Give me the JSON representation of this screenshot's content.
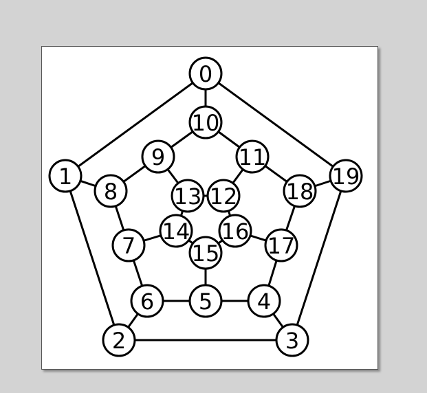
{
  "graph": {
    "nodes": [
      {
        "id": 0,
        "label": "0"
      },
      {
        "id": 1,
        "label": "1"
      },
      {
        "id": 2,
        "label": "2"
      },
      {
        "id": 3,
        "label": "3"
      },
      {
        "id": 4,
        "label": "4"
      },
      {
        "id": 5,
        "label": "5"
      },
      {
        "id": 6,
        "label": "6"
      },
      {
        "id": 7,
        "label": "7"
      },
      {
        "id": 8,
        "label": "8"
      },
      {
        "id": 9,
        "label": "9"
      },
      {
        "id": 10,
        "label": "10"
      },
      {
        "id": 11,
        "label": "11"
      },
      {
        "id": 12,
        "label": "12"
      },
      {
        "id": 13,
        "label": "13"
      },
      {
        "id": 14,
        "label": "14"
      },
      {
        "id": 15,
        "label": "15"
      },
      {
        "id": 16,
        "label": "16"
      },
      {
        "id": 17,
        "label": "17"
      },
      {
        "id": 18,
        "label": "18"
      },
      {
        "id": 19,
        "label": "19"
      }
    ],
    "edges": [
      [
        0,
        1
      ],
      [
        1,
        2
      ],
      [
        2,
        3
      ],
      [
        3,
        19
      ],
      [
        19,
        0
      ],
      [
        0,
        10
      ],
      [
        1,
        8
      ],
      [
        2,
        6
      ],
      [
        3,
        4
      ],
      [
        19,
        18
      ],
      [
        10,
        9
      ],
      [
        9,
        8
      ],
      [
        8,
        7
      ],
      [
        7,
        6
      ],
      [
        6,
        5
      ],
      [
        5,
        4
      ],
      [
        4,
        17
      ],
      [
        17,
        18
      ],
      [
        18,
        11
      ],
      [
        11,
        10
      ],
      [
        9,
        13
      ],
      [
        7,
        14
      ],
      [
        5,
        15
      ],
      [
        17,
        16
      ],
      [
        11,
        12
      ],
      [
        13,
        14
      ],
      [
        14,
        15
      ],
      [
        15,
        16
      ],
      [
        16,
        12
      ],
      [
        12,
        13
      ]
    ]
  }
}
